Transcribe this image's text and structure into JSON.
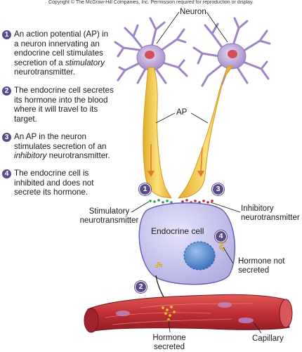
{
  "copyright": "Copyright © The McGraw-Hill Companies, Inc. Permission required for reproduction or display.",
  "steps": [
    {
      "num": "1",
      "before": "An action potential (AP) in a neuron innervating an endocrine cell stimulates secretion of a ",
      "em": "stimulatory",
      "after": " neurotransmitter."
    },
    {
      "num": "2",
      "before": "The endocrine cell secretes its hormone into the blood where it will travel to its target.",
      "em": "",
      "after": ""
    },
    {
      "num": "3",
      "before": "An AP in the neuron stimulates secretion of an ",
      "em": "inhibitory",
      "after": " neurotransmitter."
    },
    {
      "num": "4",
      "before": "The endocrine cell is inhibited and does not secrete its hormone.",
      "em": "",
      "after": ""
    }
  ],
  "labels": {
    "neuron": "Neuron",
    "ap": "AP",
    "stimulatory": "Stimulatory neurotransmitter",
    "inhibitory": "Inhibitory neurotransmitter",
    "endocrine_cell": "Endocrine cell",
    "hormone_not_secreted": "Hormone not secreted",
    "hormone_secreted": "Hormone secreted",
    "capillary": "Capillary"
  },
  "badges": {
    "b1": "1",
    "b2": "2",
    "b3": "3",
    "b4": "4"
  },
  "colors": {
    "neuron_body": "#b9a3d6",
    "nucleus": "#d84a5a",
    "axon": "#f2c23c",
    "endocrine_cell": "#c9c8ef",
    "cell_nucleus": "#5b8fd0",
    "capillary": "#c8323a",
    "badge": "#5b4b8a"
  }
}
